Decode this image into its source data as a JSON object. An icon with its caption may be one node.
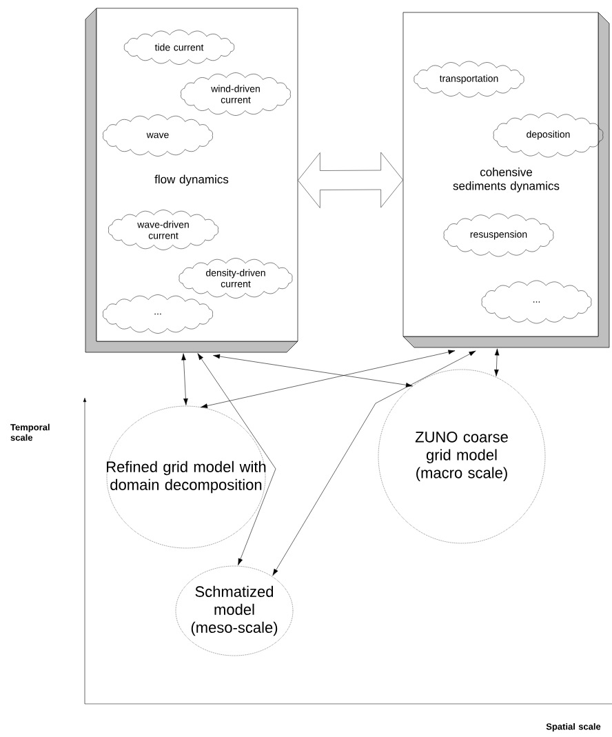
{
  "diagram": {
    "nodes": [
      {
        "text": [
          "flow dynamics"
        ]
      },
      {
        "text": [
          "tide current"
        ],
        "in": 0
      },
      {
        "text": [
          "wind-driven current"
        ],
        "in": 0
      },
      {
        "text": [
          "wave"
        ],
        "in": 0
      },
      {
        "text": [
          "wave-driven current"
        ],
        "in": 0
      },
      {
        "text": [
          "density-driven current"
        ],
        "in": 0
      },
      {
        "text": [
          "..."
        ],
        "in": 0
      },
      {
        "text": [
          "cohensive sediments dynamics"
        ]
      },
      {
        "text": [
          "transportation"
        ],
        "in": 7
      },
      {
        "text": [
          "deposition"
        ],
        "in": 7
      },
      {
        "text": [
          "resuspension"
        ],
        "in": 7
      },
      {
        "text": [
          "..."
        ],
        "in": 7
      },
      {
        "text": [
          "Refined grid model with domain decomposition"
        ]
      },
      {
        "text": [
          "ZUNO coarse grid model (macro scale)"
        ]
      },
      {
        "text": [
          "Schmatized model (meso-scale)"
        ]
      }
    ],
    "edges": [
      {
        "from": 0,
        "to": 7,
        "arrow": "both",
        "style": "thick"
      },
      {
        "from": 0,
        "to": 12,
        "arrow": "both"
      },
      {
        "from": 0,
        "to": 13,
        "arrow": "both"
      },
      {
        "from": 0,
        "to": 14,
        "arrow": "both"
      },
      {
        "from": 7,
        "to": 12,
        "arrow": "both"
      },
      {
        "from": 7,
        "to": 13,
        "arrow": "both"
      },
      {
        "from": 7,
        "to": 14,
        "arrow": "both"
      }
    ],
    "labels": [
      "Temporal scale",
      "Spatial scale"
    ]
  }
}
